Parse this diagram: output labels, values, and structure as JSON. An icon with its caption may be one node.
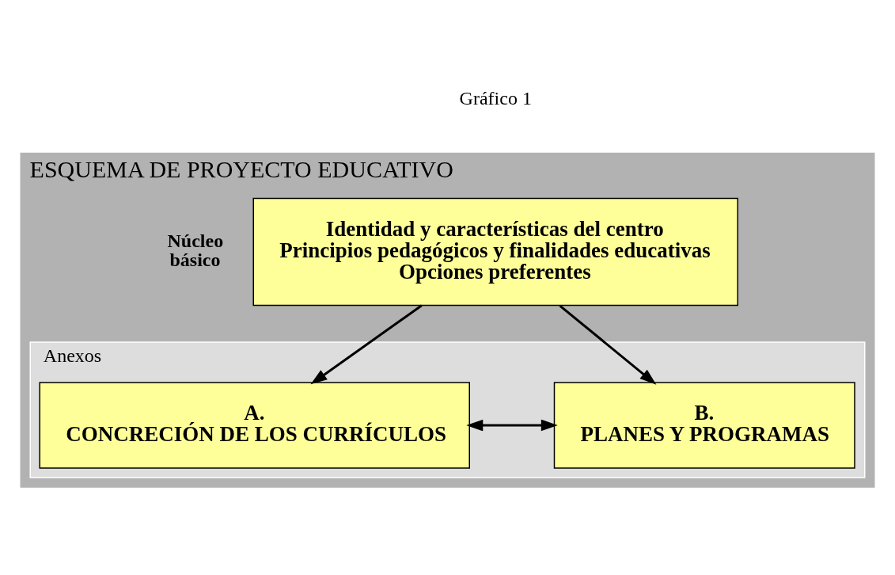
{
  "diagram": {
    "nodes": [
      {
        "text": [
          "ESQUEMA DE PROYECTO EDUCATIVO"
        ]
      },
      {
        "text": [
          "Identidad y características del centro",
          "Principios pedagógicos y finalidades educativas",
          "Opciones preferentes"
        ],
        "beside": [
          "Núcleo básico"
        ],
        "in": 0
      },
      {
        "text": [
          "Anexos"
        ],
        "in": 0
      },
      {
        "text": [
          "A.",
          "CONCRECIÓN DE LOS CURRÍCULOS"
        ],
        "in": 2
      },
      {
        "text": [
          "B.",
          "PLANES Y PROGRAMAS"
        ],
        "in": 2
      }
    ],
    "edges": [
      {
        "from": 1,
        "to": 3,
        "arrow": "to"
      },
      {
        "from": 1,
        "to": 4,
        "arrow": "to"
      },
      {
        "from": 3,
        "to": 4,
        "arrow": "both"
      }
    ],
    "labels": [
      "Gráfico 1"
    ]
  }
}
